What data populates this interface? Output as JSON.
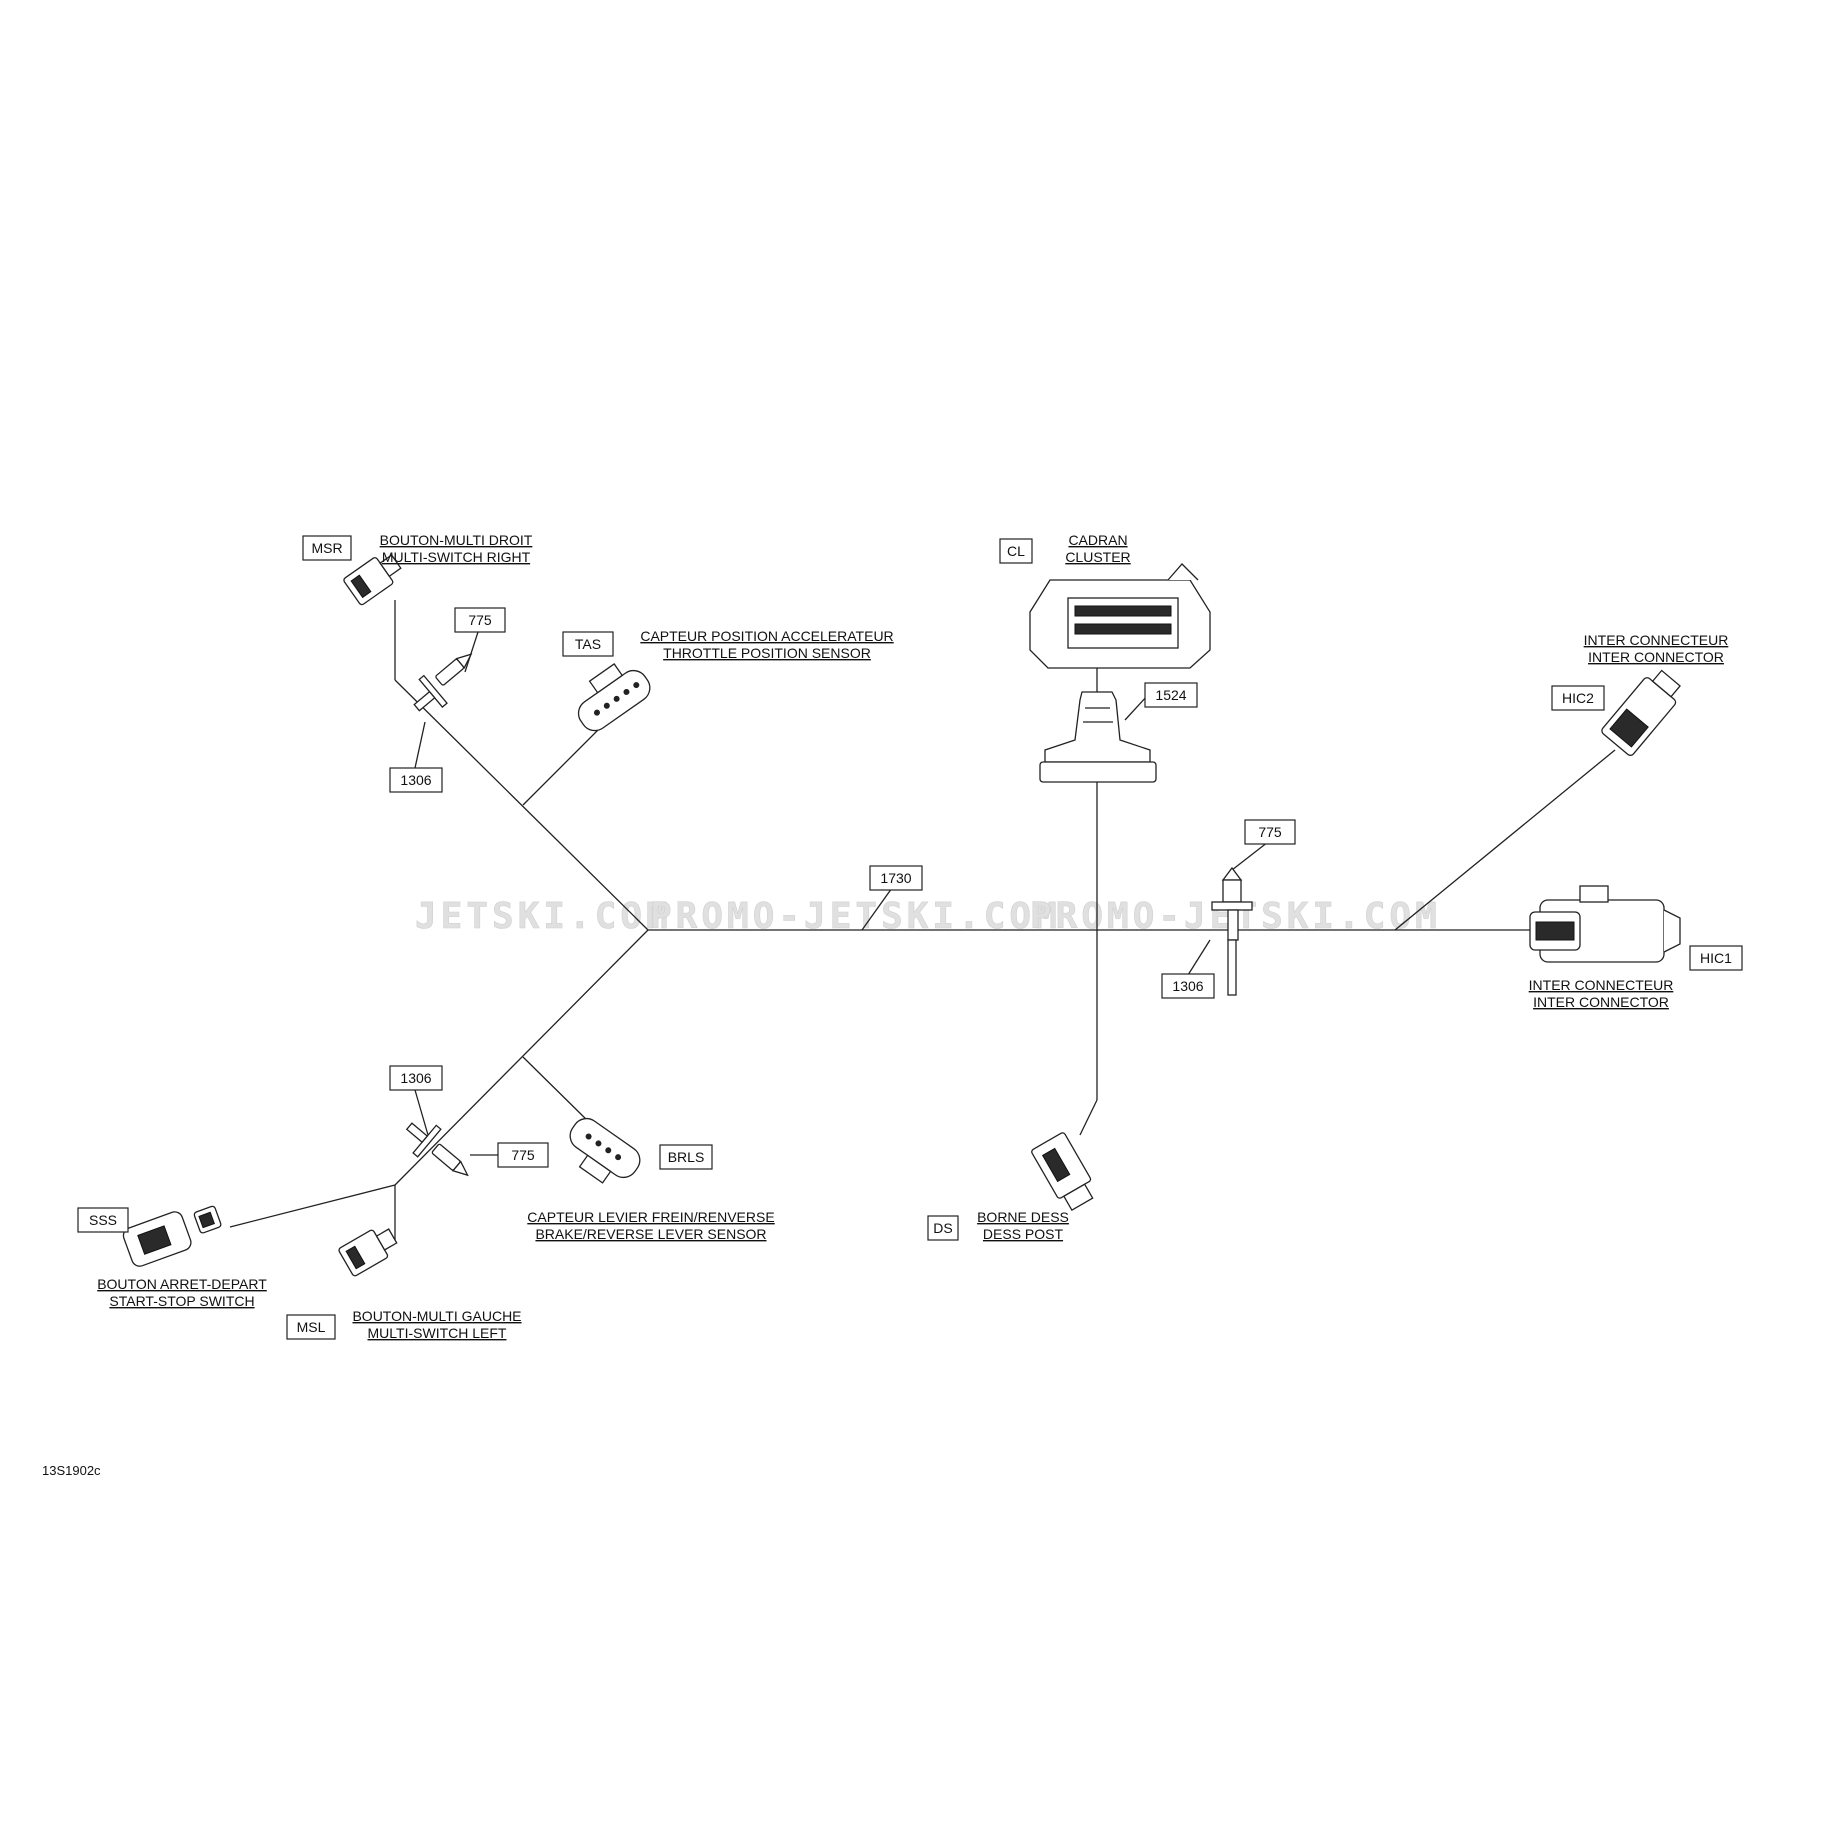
{
  "watermark": {
    "part1": "JETSKI.COM",
    "part2": "PROMO-JETSKI.COM",
    "part3": "PROMO-JETSKI.COM"
  },
  "reference": "13S1902c",
  "connectors": {
    "msr": {
      "code": "MSR",
      "label_fr": "BOUTON-MULTI DROIT",
      "label_en": "MULTI-SWITCH RIGHT"
    },
    "tas": {
      "code": "TAS",
      "label_fr": "CAPTEUR POSITION ACCELERATEUR",
      "label_en": "THROTTLE POSITION SENSOR"
    },
    "cl": {
      "code": "CL",
      "label_fr": "CADRAN",
      "label_en": "CLUSTER"
    },
    "hic2": {
      "code": "HIC2",
      "label_fr": "INTER CONNECTEUR",
      "label_en": "INTER CONNECTOR"
    },
    "hic1": {
      "code": "HIC1",
      "label_fr": "INTER CONNECTEUR",
      "label_en": "INTER CONNECTOR"
    },
    "brls": {
      "code": "BRLS",
      "label_fr": "CAPTEUR LEVIER FREIN/RENVERSE",
      "label_en": "BRAKE/REVERSE LEVER SENSOR"
    },
    "ds": {
      "code": "DS",
      "label_fr": "BORNE DESS",
      "label_en": "DESS POST"
    },
    "sss": {
      "code": "SSS",
      "label_fr": "BOUTON ARRET-DEPART",
      "label_en": "START-STOP SWITCH"
    },
    "msl": {
      "code": "MSL",
      "label_fr": "BOUTON-MULTI GAUCHE",
      "label_en": "MULTI-SWITCH LEFT"
    }
  },
  "part_numbers": {
    "p775_top": "775",
    "p1306_top": "1306",
    "p1524": "1524",
    "p1730": "1730",
    "p775_right": "775",
    "p1306_right": "1306",
    "p1306_bottom": "1306",
    "p775_bottom": "775"
  }
}
